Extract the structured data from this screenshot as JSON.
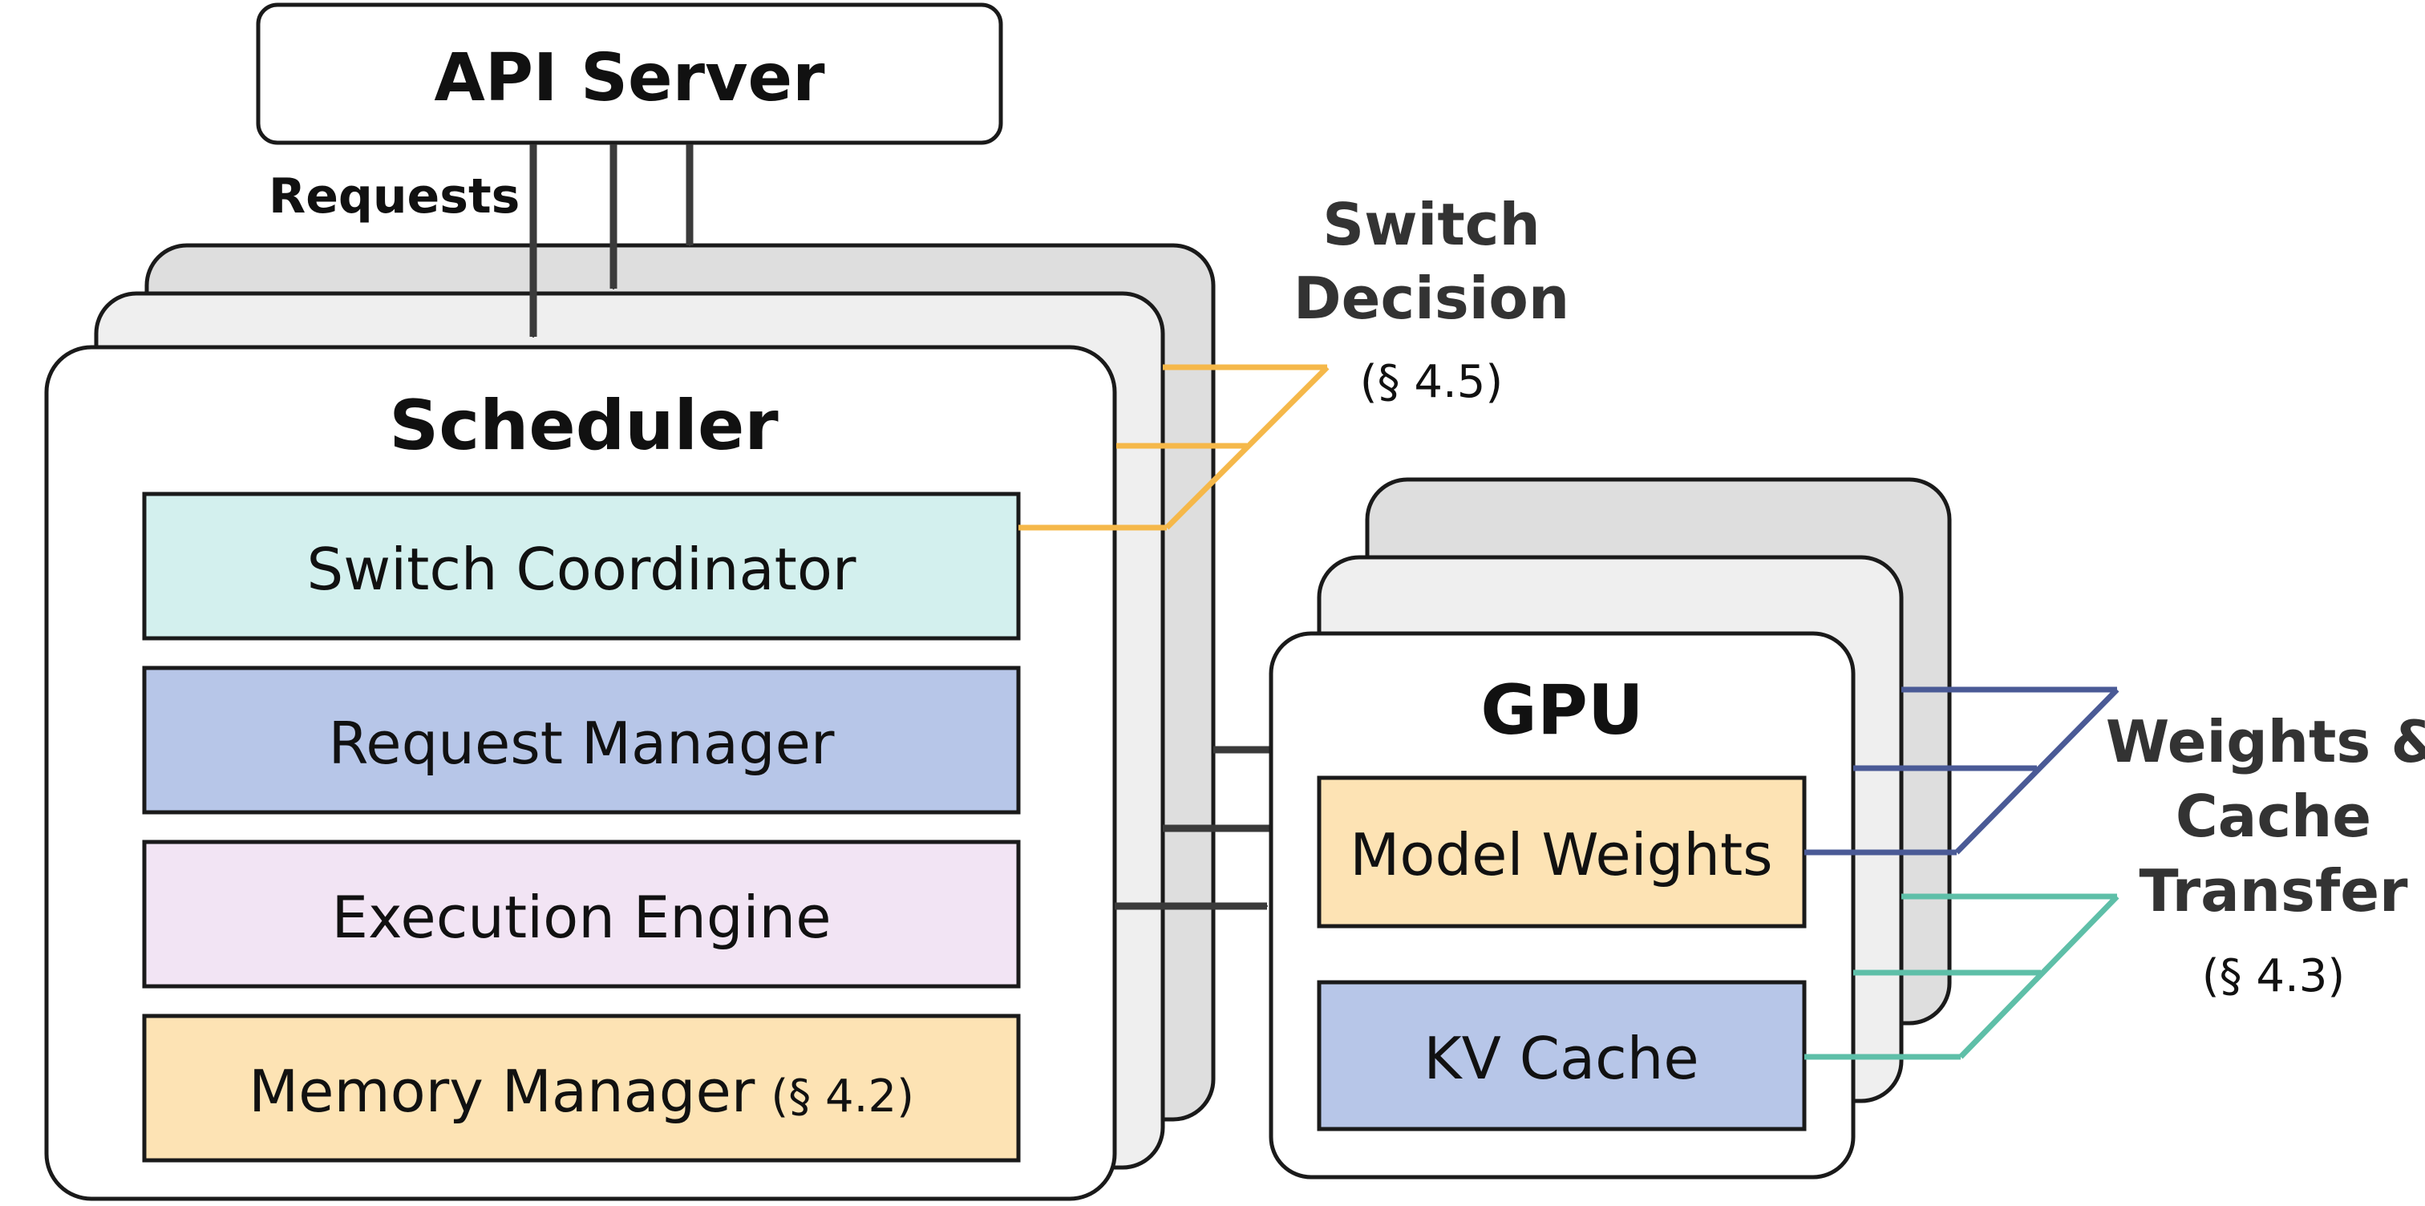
{
  "api_server": {
    "label": "API Server"
  },
  "requests_label": "Requests",
  "scheduler": {
    "title": "Scheduler",
    "components": [
      {
        "label": "Switch Coordinator",
        "ref": "",
        "color": "#d3f0ee"
      },
      {
        "label": "Request Manager",
        "ref": "",
        "color": "#b7c6e8"
      },
      {
        "label": "Execution Engine",
        "ref": "",
        "color": "#f2e4f4"
      },
      {
        "label": "Memory Manager",
        "ref": "(§ 4.2)",
        "color": "#fde3b4"
      }
    ]
  },
  "switch_decision": {
    "line1": "Switch",
    "line2": "Decision",
    "ref": "(§ 4.5)",
    "color": "#f5b84a"
  },
  "gpu": {
    "title": "GPU",
    "components": [
      {
        "label": "Model Weights",
        "color": "#fde3b4"
      },
      {
        "label": "KV Cache",
        "color": "#b7c6e8"
      }
    ]
  },
  "transfer": {
    "line1": "Weights &",
    "line2": "Cache",
    "line3": "Transfer",
    "ref": "(§ 4.3)",
    "weights_color": "#4a5a96",
    "cache_color": "#5ebfa8"
  },
  "colors": {
    "stroke": "#1a1a1a",
    "arrow": "#3a3a3a",
    "back_card": "#dedede",
    "mid_card": "#efefef",
    "front_card": "#ffffff",
    "label_text": "#333333"
  }
}
